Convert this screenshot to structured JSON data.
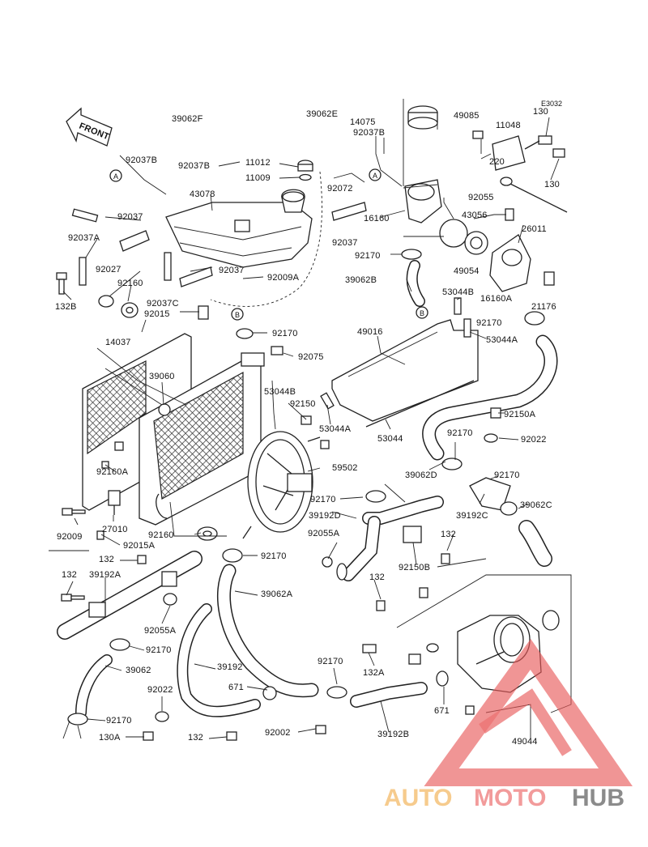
{
  "diagram_code": "E3032",
  "front_label": "FRONT",
  "watermark": {
    "part1": "AUTO",
    "part2": "MOTO",
    "part3": "HUB",
    "color1": "#f5c27a",
    "color2": "#f08a8a",
    "color3": "#777777",
    "triangle_color": "#e85a5a"
  },
  "labels": {
    "l_39062F": "39062F",
    "l_39062E": "39062E",
    "l_14075": "14075",
    "l_49085": "49085",
    "l_130a": "130",
    "l_11048": "11048",
    "l_92037B_a": "92037B",
    "l_92037B_b": "92037B",
    "l_92037B_c": "92037B",
    "l_11012": "11012",
    "l_11009": "11009",
    "l_92072": "92072",
    "l_220": "220",
    "l_130b": "130",
    "l_43078": "43078",
    "l_92055": "92055",
    "l_43056": "43056",
    "l_92037_a": "92037",
    "l_16160": "16160",
    "l_26011": "26011",
    "l_92037A": "92037A",
    "l_92037_b": "92037",
    "l_92170_a": "92170",
    "l_92027": "92027",
    "l_92037_c": "92037",
    "l_49054": "49054",
    "l_92160_a": "92160",
    "l_92009A": "92009A",
    "l_39062B": "39062B",
    "l_53044B_a": "53044B",
    "l_16160A": "16160A",
    "l_132B": "132B",
    "l_92037C": "92037C",
    "l_21176": "21176",
    "l_92015": "92015",
    "l_92170_b": "92170",
    "l_92170_c": "92170",
    "l_49016": "49016",
    "l_53044A_a": "53044A",
    "l_14037": "14037",
    "l_92075": "92075",
    "l_39060": "39060",
    "l_53044B_b": "53044B",
    "l_92150": "92150",
    "l_92150A": "92150A",
    "l_53044A_b": "53044A",
    "l_53044": "53044",
    "l_92170_d": "92170",
    "l_92022_a": "92022",
    "l_59502": "59502",
    "l_92160A": "92160A",
    "l_39062D": "39062D",
    "l_92170_e": "92170",
    "l_92170_f": "92170",
    "l_39062C": "39062C",
    "l_27010": "27010",
    "l_39192D": "39192D",
    "l_39192C": "39192C",
    "l_92009": "92009",
    "l_92160_b": "92160",
    "l_92055A_a": "92055A",
    "l_132a": "132",
    "l_92015A": "92015A",
    "l_132b": "132",
    "l_92170_g": "92170",
    "l_92150B": "92150B",
    "l_132c": "132",
    "l_39192A": "39192A",
    "l_132d": "132",
    "l_39062A": "39062A",
    "l_92055A_b": "92055A",
    "l_92170_h": "92170",
    "l_39062": "39062",
    "l_39192": "39192",
    "l_92170_i": "92170",
    "l_132A": "132A",
    "l_92022_b": "92022",
    "l_671_a": "671",
    "l_671_b": "671",
    "l_92170_j": "92170",
    "l_92002": "92002",
    "l_39192B": "39192B",
    "l_130A": "130A",
    "l_132e": "132",
    "l_49044": "49044"
  },
  "callouts": {
    "a1": "A",
    "a2": "A",
    "b1": "B",
    "b2": "B"
  }
}
